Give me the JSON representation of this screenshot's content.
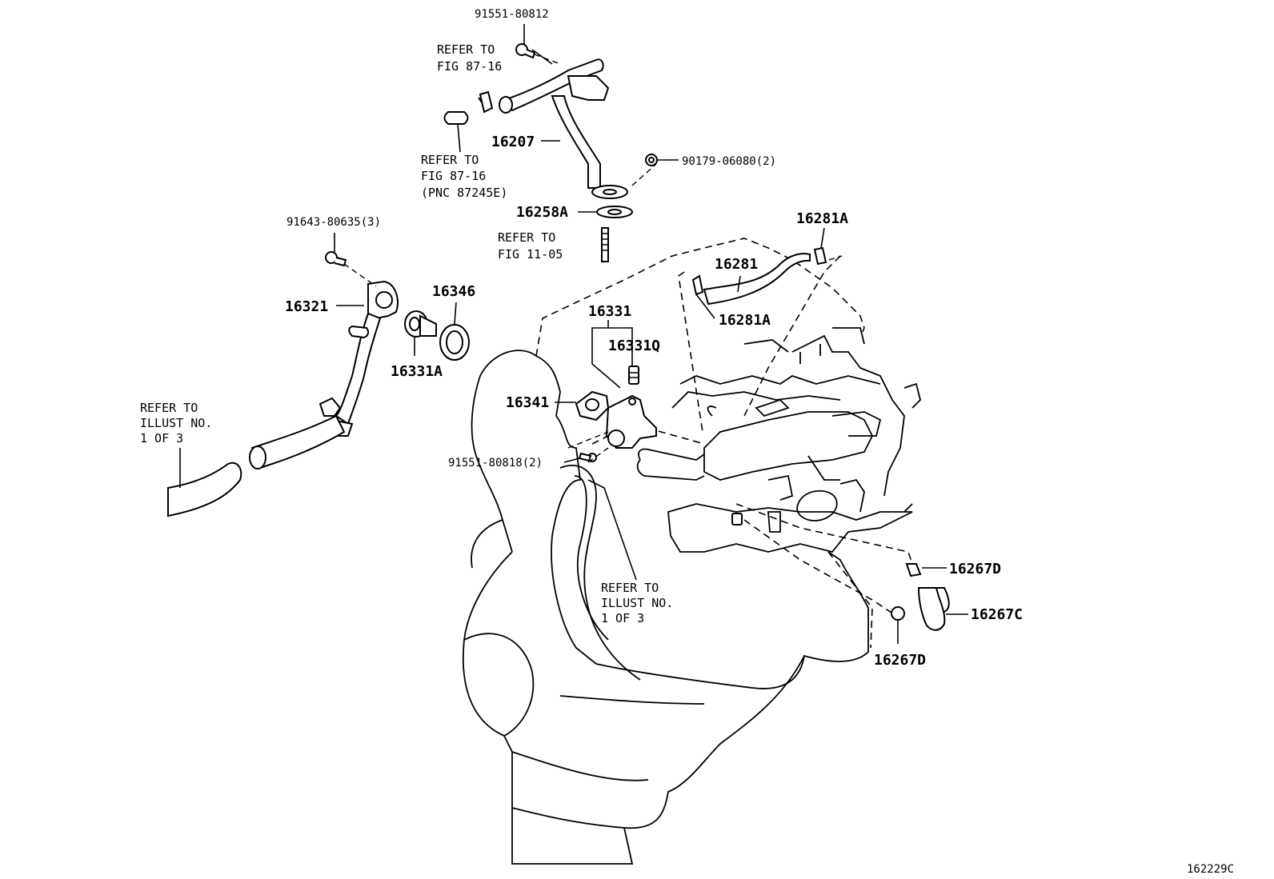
{
  "labels": {
    "p91551_80812": "91551-80812",
    "ref_fig87_a1": "REFER TO",
    "ref_fig87_a2": "FIG 87-16",
    "ref_fig87_b1": "REFER TO",
    "ref_fig87_b2": "FIG 87-16",
    "ref_fig87_b3": "(PNC 87245E)",
    "p16207": "16207",
    "p90179": "90179-06080(2)",
    "p16258A": "16258A",
    "ref_fig11_1": "REFER TO",
    "ref_fig11_2": "FIG 11-05",
    "p91643": "91643-80635(3)",
    "p16321": "16321",
    "p16346": "16346",
    "p16331A": "16331A",
    "ref_illust_l1": "REFER TO",
    "ref_illust_l2": "ILLUST NO.",
    "ref_illust_l3": "1 OF 3",
    "p16281A_top": "16281A",
    "p16281": "16281",
    "p16281A_mid": "16281A",
    "p16331": "16331",
    "p16331Q": "16331Q",
    "p16341": "16341",
    "p91551_80818": "91551-80818(2)",
    "ref_illust_c1": "REFER TO",
    "ref_illust_c2": "ILLUST NO.",
    "ref_illust_c3": "1 OF 3",
    "p16267D_a": "16267D",
    "p16267C": "16267C",
    "p16267D_b": "16267D",
    "fig_id": "162229C"
  }
}
